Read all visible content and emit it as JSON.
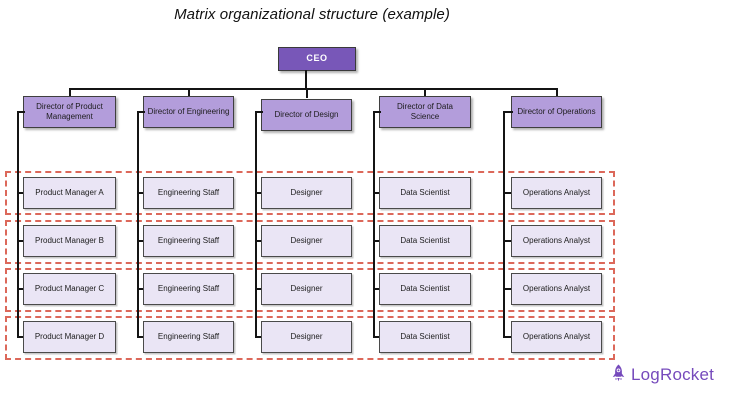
{
  "title": "Matrix organizational structure (example)",
  "ceo": {
    "label": "CEO"
  },
  "columns": [
    {
      "director": "Director of Product Management",
      "staff": [
        "Product Manager A",
        "Product Manager B",
        "Product Manager C",
        "Product Manager D"
      ]
    },
    {
      "director": "Director of Engineering",
      "staff": [
        "Engineering Staff",
        "Engineering Staff",
        "Engineering Staff",
        "Engineering Staff"
      ]
    },
    {
      "director": "Director of Design",
      "staff": [
        "Designer",
        "Designer",
        "Designer",
        "Designer"
      ]
    },
    {
      "director": "Director of Data Science",
      "staff": [
        "Data Scientist",
        "Data Scientist",
        "Data Scientist",
        "Data Scientist"
      ]
    },
    {
      "director": "Director of Operations",
      "staff": [
        "Operations Analyst",
        "Operations Analyst",
        "Operations Analyst",
        "Operations Analyst"
      ]
    }
  ],
  "logo": {
    "text": "LogRocket"
  },
  "colors": {
    "ceo_fill": "#7857b8",
    "director_fill": "#b39ddb",
    "staff_fill": "#eae5f5",
    "team_dash": "#dc685a",
    "line": "#141414",
    "brand": "#764abc"
  }
}
